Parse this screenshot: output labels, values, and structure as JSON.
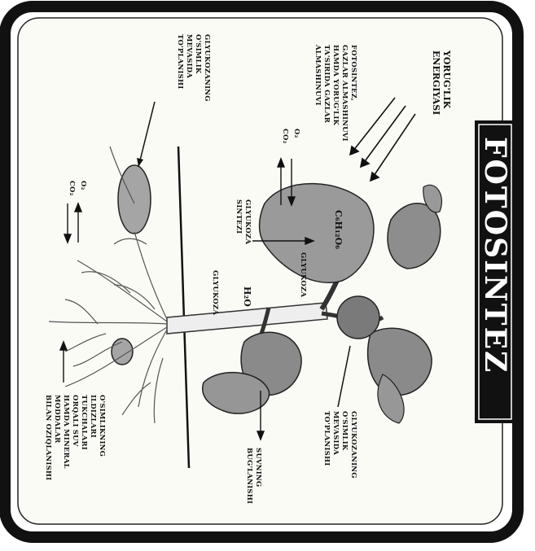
{
  "title": "FOTOSINTEZ",
  "labels": {
    "light_energy": [
      "YORUG'LIK",
      "ENERGIYASI"
    ],
    "photosynthesis_gas": [
      "FOTOSINTEZ,",
      "GAZLAR ALMASHINUVI",
      "HAMDA YORUG'LIK",
      "TA'SIRIDA GAZLAR",
      "ALMASHINUVI"
    ],
    "leaf_gases": [
      "O₂",
      "CO₂"
    ],
    "glucose_formula": "C₆H₁₂O₆",
    "glucose_synthesis": [
      "GLYUKOZA",
      "SINTEZI"
    ],
    "glucose_stem": "GLYUKOZA",
    "water": "H₂O",
    "glucose_root": "GLYUKOZA",
    "glucose_fruit": [
      "GLYUKOZANING",
      "O'SIMLIK",
      "MEVASIDA",
      "TO'PLANISHI"
    ],
    "transpiration": [
      "SUVNING",
      "BUG'LANISHI"
    ],
    "glucose_tuber": [
      "GLYUKOZANING",
      "O'SIMLIK",
      "MEVASIDA",
      "TO'PLANISHI"
    ],
    "root_gases": [
      "O₂",
      "CO₂"
    ],
    "root_nutrition": [
      "O'SIMLIKNING",
      "ILDIZLARI",
      "TUKCHALARI",
      "ORQALI SUV",
      "HAMDA MINERAL",
      "MODDALAR",
      "BILAN OZIQLANISHI"
    ]
  },
  "colors": {
    "frame": "#111111",
    "leaf": "#9a9a9a",
    "background": "#fbfbf6"
  }
}
